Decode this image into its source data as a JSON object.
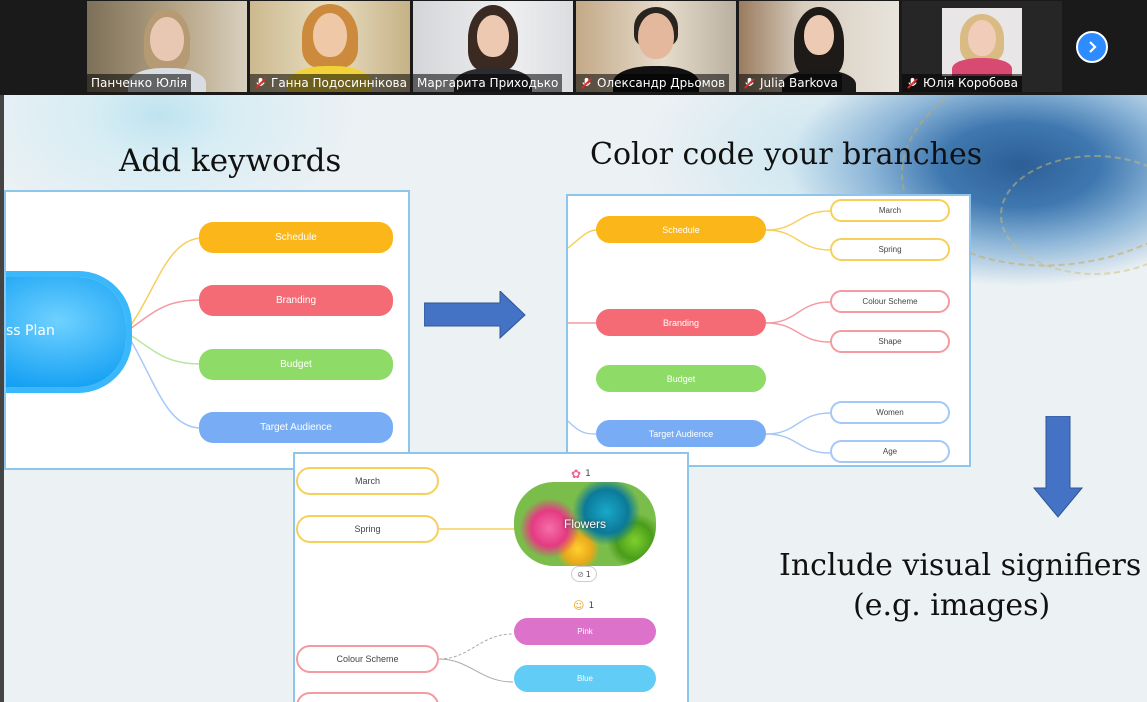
{
  "participants": [
    {
      "name": "Панченко Юлія",
      "muted": false
    },
    {
      "name": "Ганна Подосиннікова",
      "muted": true
    },
    {
      "name": "Маргарита Приходько",
      "muted": false,
      "active": true
    },
    {
      "name": "Олександр Дрьомов",
      "muted": true
    },
    {
      "name": "Julia Barkova",
      "muted": true
    },
    {
      "name": "Юлія Коробова",
      "muted": true
    }
  ],
  "next_icon": "chevron-right-icon",
  "slide": {
    "heading_keywords": "Add keywords",
    "heading_color": "Color code your branches",
    "heading_visual_line1": "Include visual signifiers",
    "heading_visual_line2": "(e.g. images)",
    "map1": {
      "center": "ss Plan",
      "branches": [
        "Schedule",
        "Branding",
        "Budget",
        "Target Audience"
      ]
    },
    "map2": {
      "branches": [
        "Schedule",
        "Branding",
        "Budget",
        "Target Audience"
      ],
      "leaves": [
        "March",
        "Spring",
        "Colour Scheme",
        "Shape",
        "Women",
        "Age"
      ]
    },
    "map3": {
      "left": [
        "March",
        "Spring",
        "Colour Scheme"
      ],
      "center": "Flowers",
      "flower_count": "1",
      "clip_count": "1",
      "emoji_count": "1",
      "right": [
        "Pink",
        "Blue"
      ]
    }
  },
  "colors": {
    "schedule": "#fbb61a",
    "branding": "#f46b75",
    "budget": "#8fdb68",
    "audience": "#78adf5",
    "arrow": "#4472c4"
  }
}
